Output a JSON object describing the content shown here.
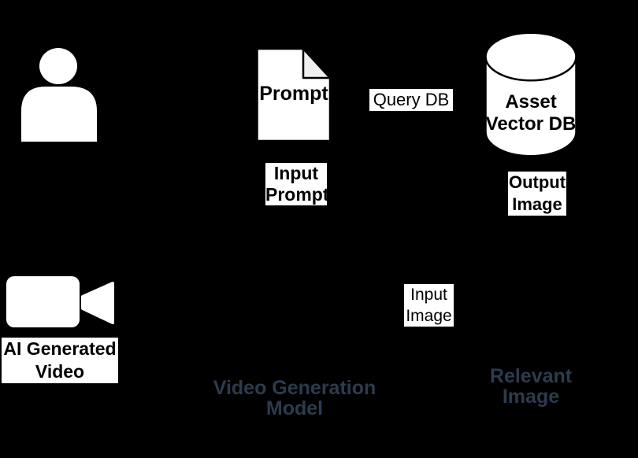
{
  "diagram": {
    "background_color": "#000000",
    "accent_text_color": "#2d3b4d",
    "label_bg_color": "#ffffff",
    "label_text_color": "#000000",
    "document_fold_color": "#f0f0f0",
    "icons": [
      {
        "name": "person-icon",
        "meaning": "user"
      },
      {
        "name": "document-icon",
        "meaning": "prompt file"
      },
      {
        "name": "database-cylinder-icon",
        "meaning": "asset vector database"
      },
      {
        "name": "video-camera-icon",
        "meaning": "ai generated video"
      }
    ],
    "nodes": {
      "prompt_doc": {
        "label": "Prompt"
      },
      "input_prompt": {
        "label": "Input\nPrompt"
      },
      "query_db": {
        "label": "Query DB"
      },
      "asset_vector_db": {
        "label": "Asset\nVector DB"
      },
      "output_image": {
        "label": "Output\nImage"
      },
      "ai_generated_video": {
        "label": "AI Generated\nVideo"
      },
      "input_image": {
        "label": "Input\nImage"
      },
      "video_generation_model": {
        "label": "Video Generation\nModel"
      },
      "relevant_image": {
        "label": "Relevant\nImage"
      }
    }
  }
}
